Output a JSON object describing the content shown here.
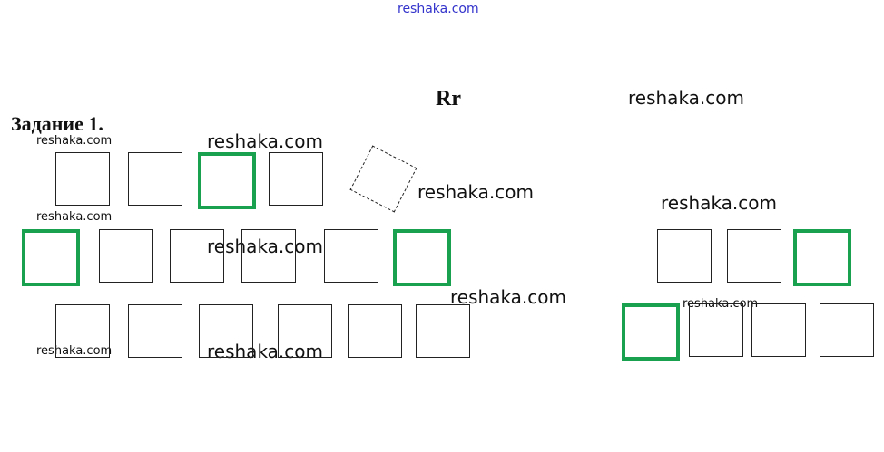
{
  "header_link": "reshaka.com",
  "letters": "Rr",
  "task_title": "Задание 1.",
  "watermark": "reshaka.com",
  "colors": {
    "highlight": "#1aa14f",
    "link": "#3333cc"
  },
  "rows": {
    "left_row1": [
      "plain",
      "plain",
      "green",
      "plain"
    ],
    "left_row2": [
      "green",
      "plain",
      "plain",
      "plain",
      "plain",
      "green"
    ],
    "left_row3": [
      "plain",
      "plain",
      "plain",
      "plain",
      "plain",
      "plain"
    ],
    "right_row1": [
      "plain",
      "plain",
      "green"
    ],
    "right_row2": [
      "green",
      "plain",
      "plain",
      "plain"
    ]
  }
}
